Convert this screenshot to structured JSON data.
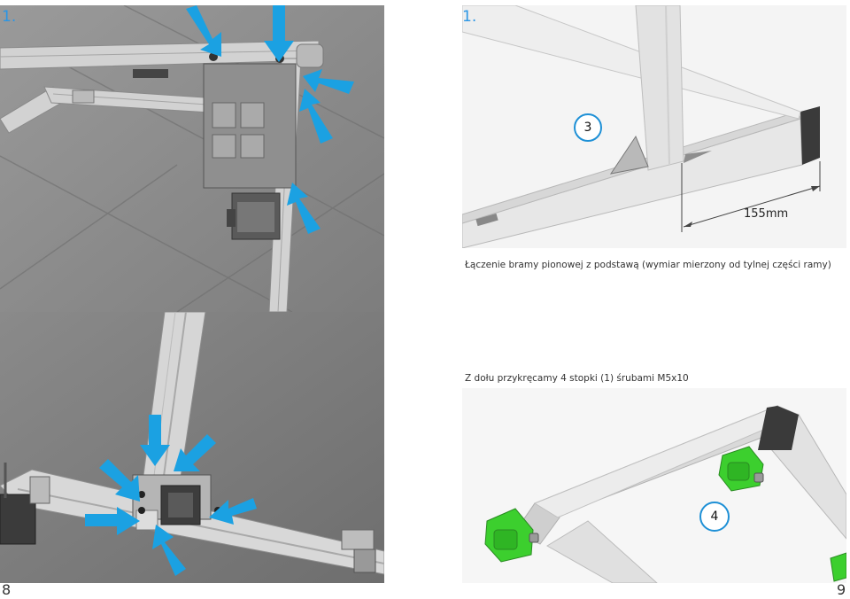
{
  "left_page": {
    "photo_top": {
      "step_label": "1."
    },
    "page_number": "8"
  },
  "right_page": {
    "panel_top": {
      "step_label": "1.",
      "callout": "3",
      "dimension_label": "155mm",
      "caption": "Łączenie bramy pionowej z podstawą (wymiar mierzony od tylnej części ramy)"
    },
    "panel_bottom": {
      "caption": "Z dołu przykręcamy 4 stopki (1) śrubami M5x10",
      "callout": "4"
    },
    "page_number": "9"
  },
  "colors": {
    "arrow_blue": "#1ba1e2",
    "callout_border": "#1e90d6",
    "foot_green": "#3ccf2e",
    "step_blue": "#2a96e6"
  }
}
